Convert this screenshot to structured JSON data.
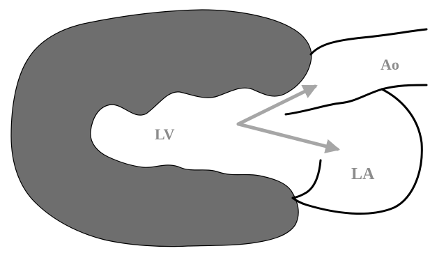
{
  "labels": {
    "left_ventricle": "LV",
    "aorta": "Ao",
    "left_atrium": "LA"
  },
  "colors": {
    "myocardium": "#6e6e6e",
    "outline": "#000000",
    "arrows": "#a6a6a6",
    "label_text": "#8c8c8c",
    "background": "#ffffff"
  }
}
